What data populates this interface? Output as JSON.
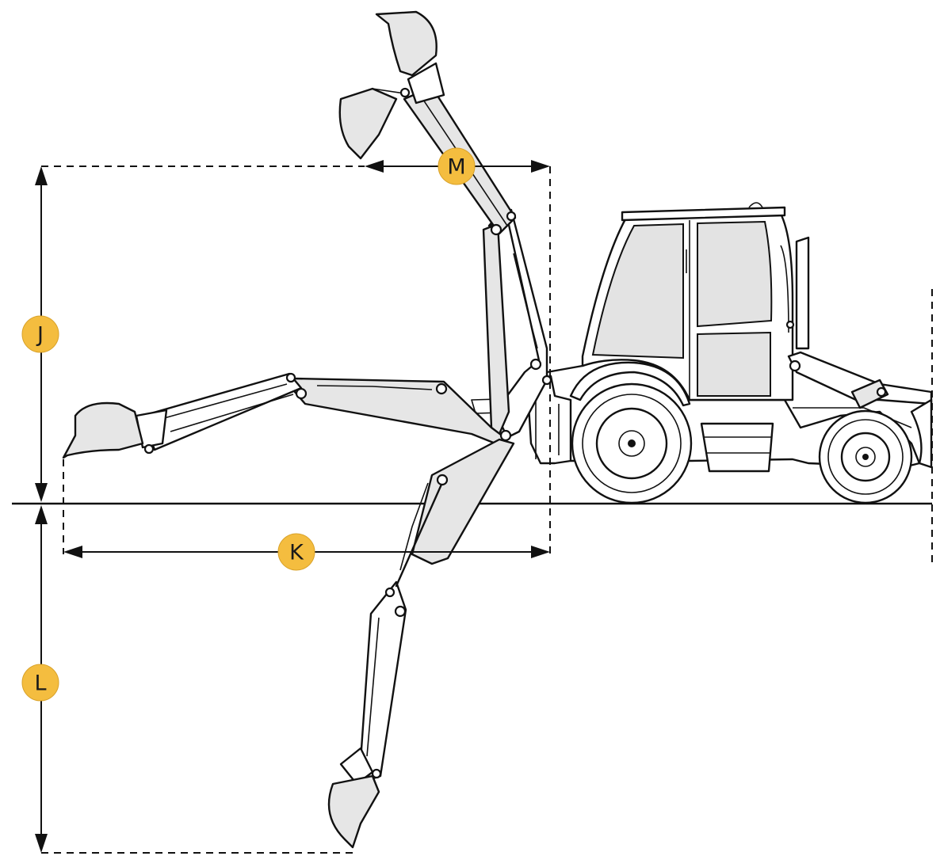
{
  "diagram": {
    "labels": {
      "M": "M",
      "J": "J",
      "K": "K",
      "L": "L"
    },
    "badge_color": "#f4bd3f"
  }
}
